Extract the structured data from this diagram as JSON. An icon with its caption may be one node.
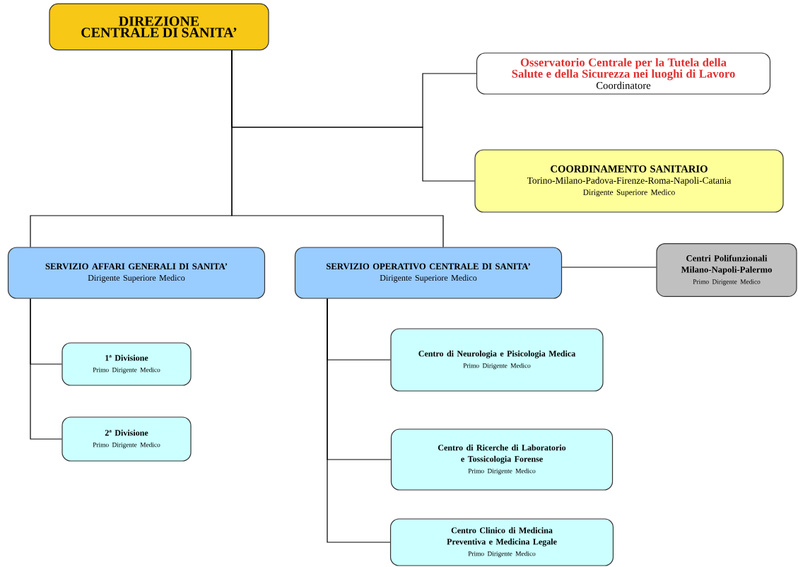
{
  "diagram": {
    "nodes": [
      {
        "text": [
          "DIREZIONE CENTRALE DI SANITA’"
        ]
      },
      {
        "text": [
          "Osservatorio Centrale per la Tutela della Salute e della Sicurezza nei luoghi di Lavoro",
          "Coordinatore"
        ]
      },
      {
        "text": [
          "COORDINAMENTO SANITARIO",
          "Torino-Milano-Padova-Firenze-Roma-Napoli-Catania",
          "Dirigente Superiore Medico"
        ]
      },
      {
        "text": [
          "SERVIZIO AFFARI GENERALI DI SANITA’",
          "Dirigente Superiore Medico"
        ]
      },
      {
        "text": [
          "SERVIZIO OPERATIVO CENTRALE DI SANITA’",
          "Dirigente Superiore Medico"
        ]
      },
      {
        "text": [
          "Centri Polifunzionali Milano-Napoli-Palermo",
          "Primo Dirigente Medico"
        ]
      },
      {
        "text": [
          "1ª Divisione",
          "Primo Dirigente Medico"
        ]
      },
      {
        "text": [
          "2ª Divisione",
          "Primo Dirigente Medico"
        ]
      },
      {
        "text": [
          "Centro di Neurologia e Pisicologia Medica",
          "Primo Dirigente Medico"
        ]
      },
      {
        "text": [
          "Centro di Ricerche  di Laboratorio e Tossicologia Forense",
          "Primo Dirigente Medico"
        ]
      },
      {
        "text": [
          "Centro Clinico di Medicina Preventiva e Medicina Legale",
          "Primo Dirigente Medico"
        ]
      }
    ],
    "edges": [
      {
        "from": 0,
        "to": 1,
        "arrow": "none"
      },
      {
        "from": 0,
        "to": 2,
        "arrow": "none"
      },
      {
        "from": 0,
        "to": 3,
        "arrow": "none"
      },
      {
        "from": 0,
        "to": 4,
        "arrow": "none"
      },
      {
        "from": 4,
        "to": 5,
        "arrow": "none"
      },
      {
        "from": 3,
        "to": 6,
        "arrow": "none"
      },
      {
        "from": 3,
        "to": 7,
        "arrow": "none"
      },
      {
        "from": 4,
        "to": 8,
        "arrow": "none"
      },
      {
        "from": 4,
        "to": 9,
        "arrow": "none"
      },
      {
        "from": 4,
        "to": 10,
        "arrow": "none"
      }
    ]
  }
}
